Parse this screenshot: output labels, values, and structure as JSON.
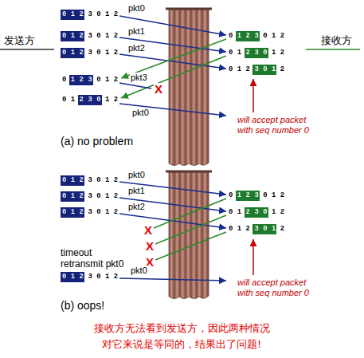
{
  "diagram": {
    "caption": "接收方无法看到发送方，因此两种情况 对它来说是等同的，结果出了问题!",
    "labels": [
      "发送方",
      "接收方",
      "0 1 2 3 0 1 2",
      "pkt0",
      "0 1 2 3 0 1 2",
      "pkt1",
      "0 1 2 3 0 1 2",
      "pkt2",
      "0 1 2 3 0 1 2",
      "0 1 2 3 0 1 2",
      "0 1 2 3 0 1 2",
      "0 1 2 3 0 1 2",
      "pkt3",
      "X",
      "0 1 2 3 0 1 2",
      "pkt0",
      "will accept packet with seq number 0",
      "(a) no problem",
      "0 1 2 3 0 1 2",
      "pkt0",
      "0 1 2 3 0 1 2",
      "pkt1",
      "0 1 2 3 0 1 2",
      "pkt2",
      "0 1 2 3 0 1 2",
      "0 1 2 3 0 1 2",
      "0 1 2 3 0 1 2",
      "X",
      "X",
      "X",
      "timeout retransmit pkt0",
      "0 1 2 3 0 1 2",
      "pkt0",
      "will accept packet with seq number 0",
      "(b) oops!"
    ]
  }
}
